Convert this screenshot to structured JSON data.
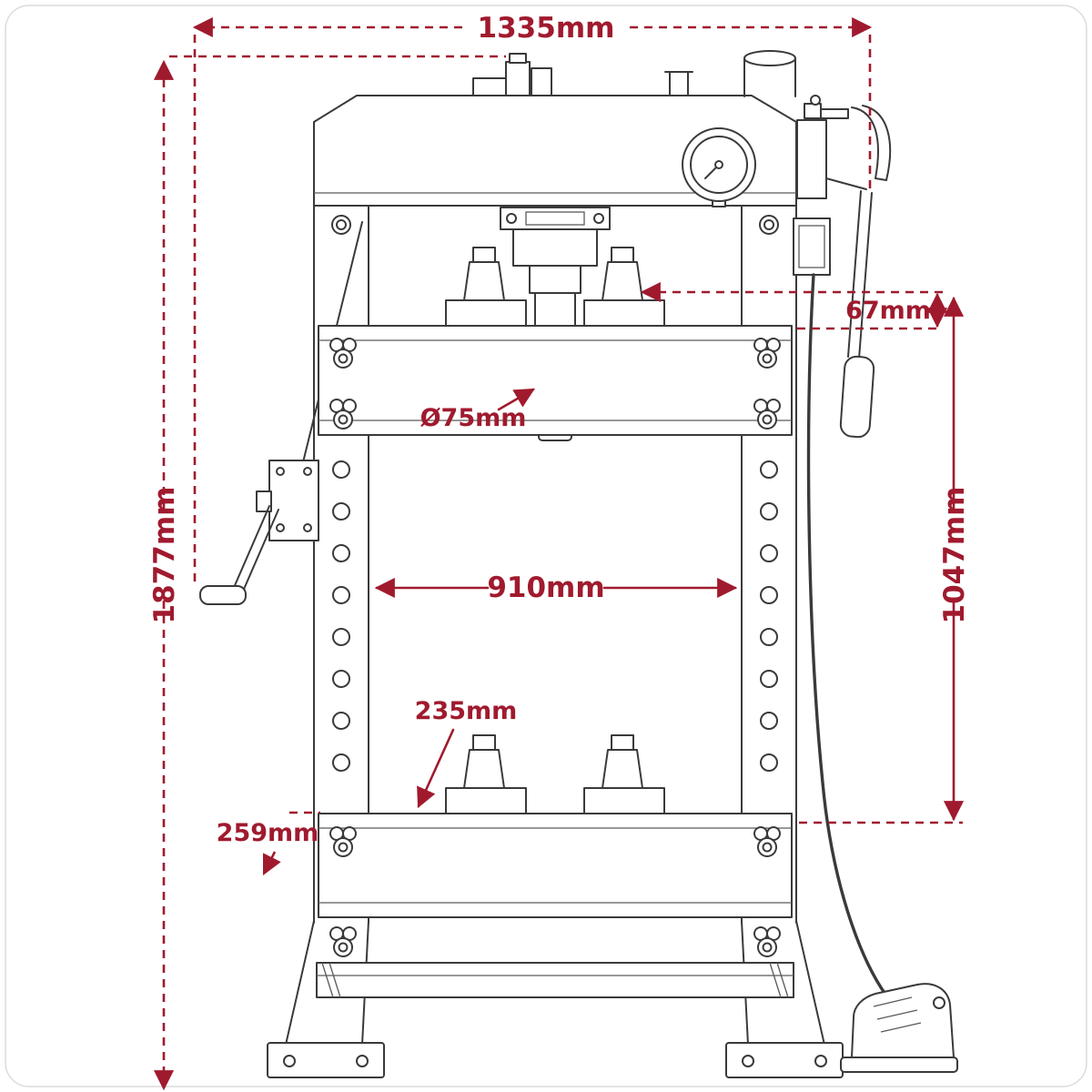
{
  "title": "Hydraulic shop press dimensional diagram",
  "colors": {
    "dimension": "#A01A2E",
    "drawing_line": "#3A3A3A",
    "background": "#FFFFFF",
    "border": "#DCDCDC"
  },
  "dimensions": {
    "overall_width": "1335mm",
    "overall_height": "1877mm",
    "block_height": "67mm",
    "ram_diameter": "Ø75mm",
    "working_width": "910mm",
    "working_height": "1047mm",
    "block_spacing": "235mm",
    "bed_height": "259mm"
  }
}
